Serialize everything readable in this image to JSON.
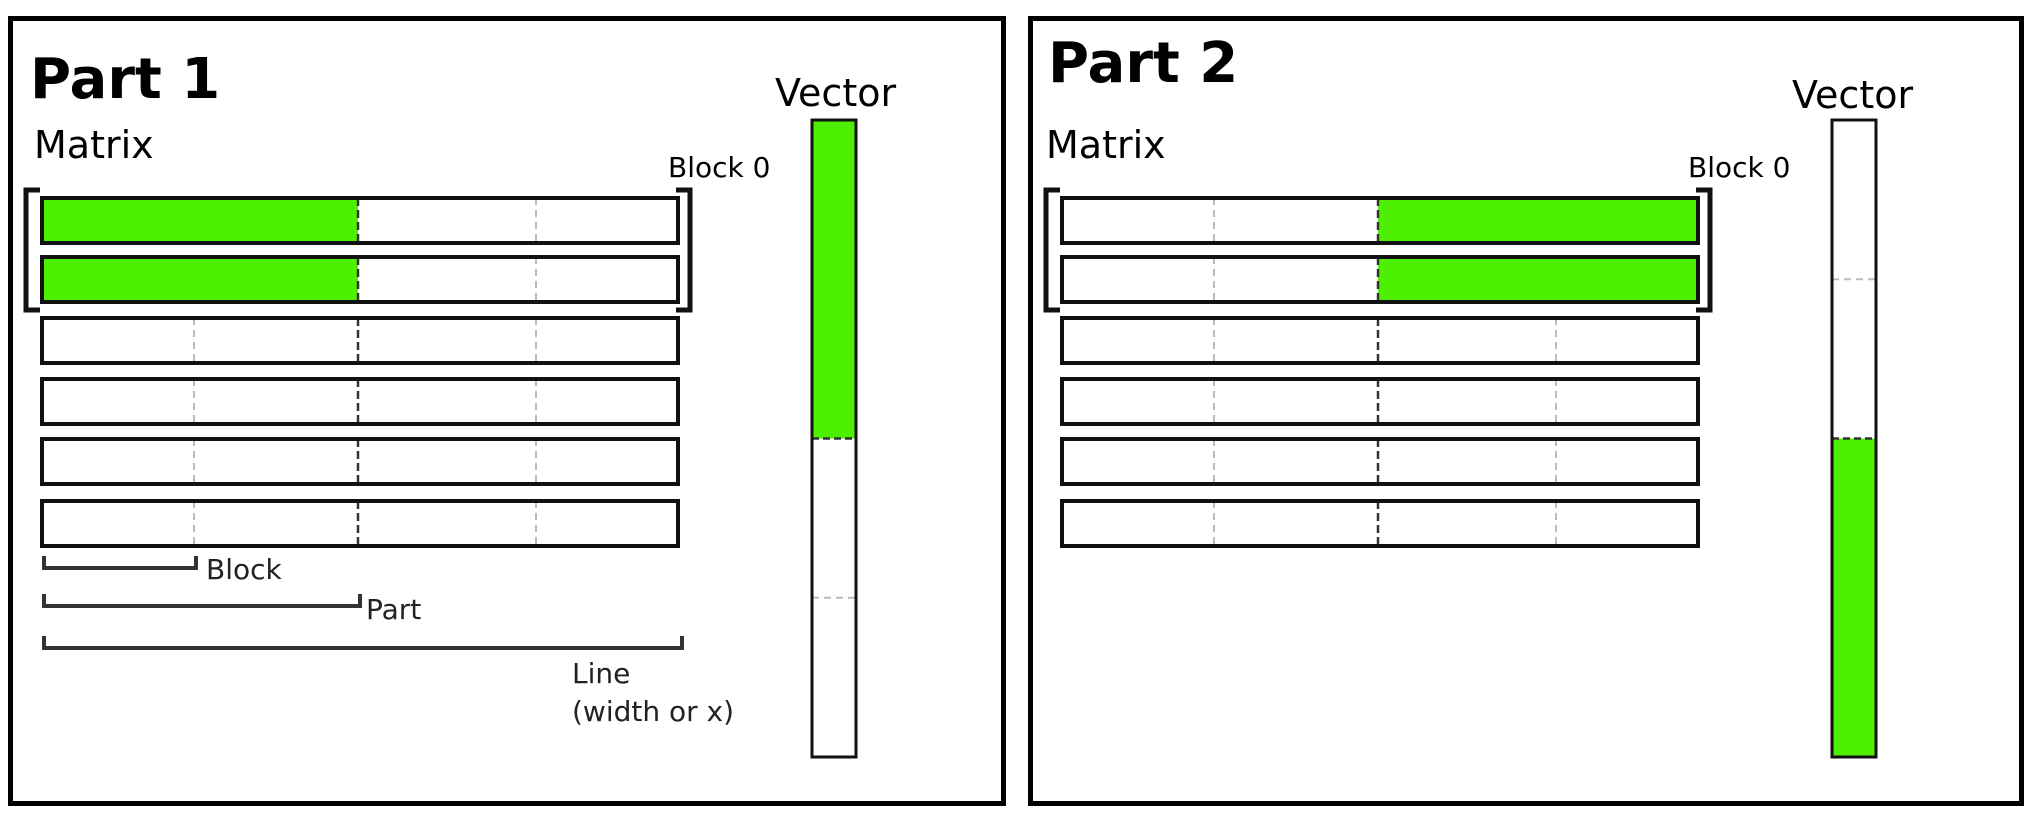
{
  "panels": [
    {
      "title": "Part 1",
      "matrix_label": "Matrix",
      "vector_label": "Vector",
      "bracket_label": "Block 0",
      "rows": 6,
      "highlight_rows": 2,
      "highlighted_segment": "left",
      "vector_highlight": "top"
    },
    {
      "title": "Part 2",
      "matrix_label": "Matrix",
      "vector_label": "Vector",
      "bracket_label": "Block 0",
      "rows": 6,
      "highlight_rows": 2,
      "highlighted_segment": "right",
      "vector_highlight": "bottom"
    }
  ],
  "annotations": {
    "block": "Block",
    "part": "Part",
    "line_1": "Line",
    "line_2": "(width or x)"
  },
  "colors": {
    "highlight": "#4df000",
    "stroke": "#111111",
    "grid_dashed": "#bbbbbb"
  }
}
